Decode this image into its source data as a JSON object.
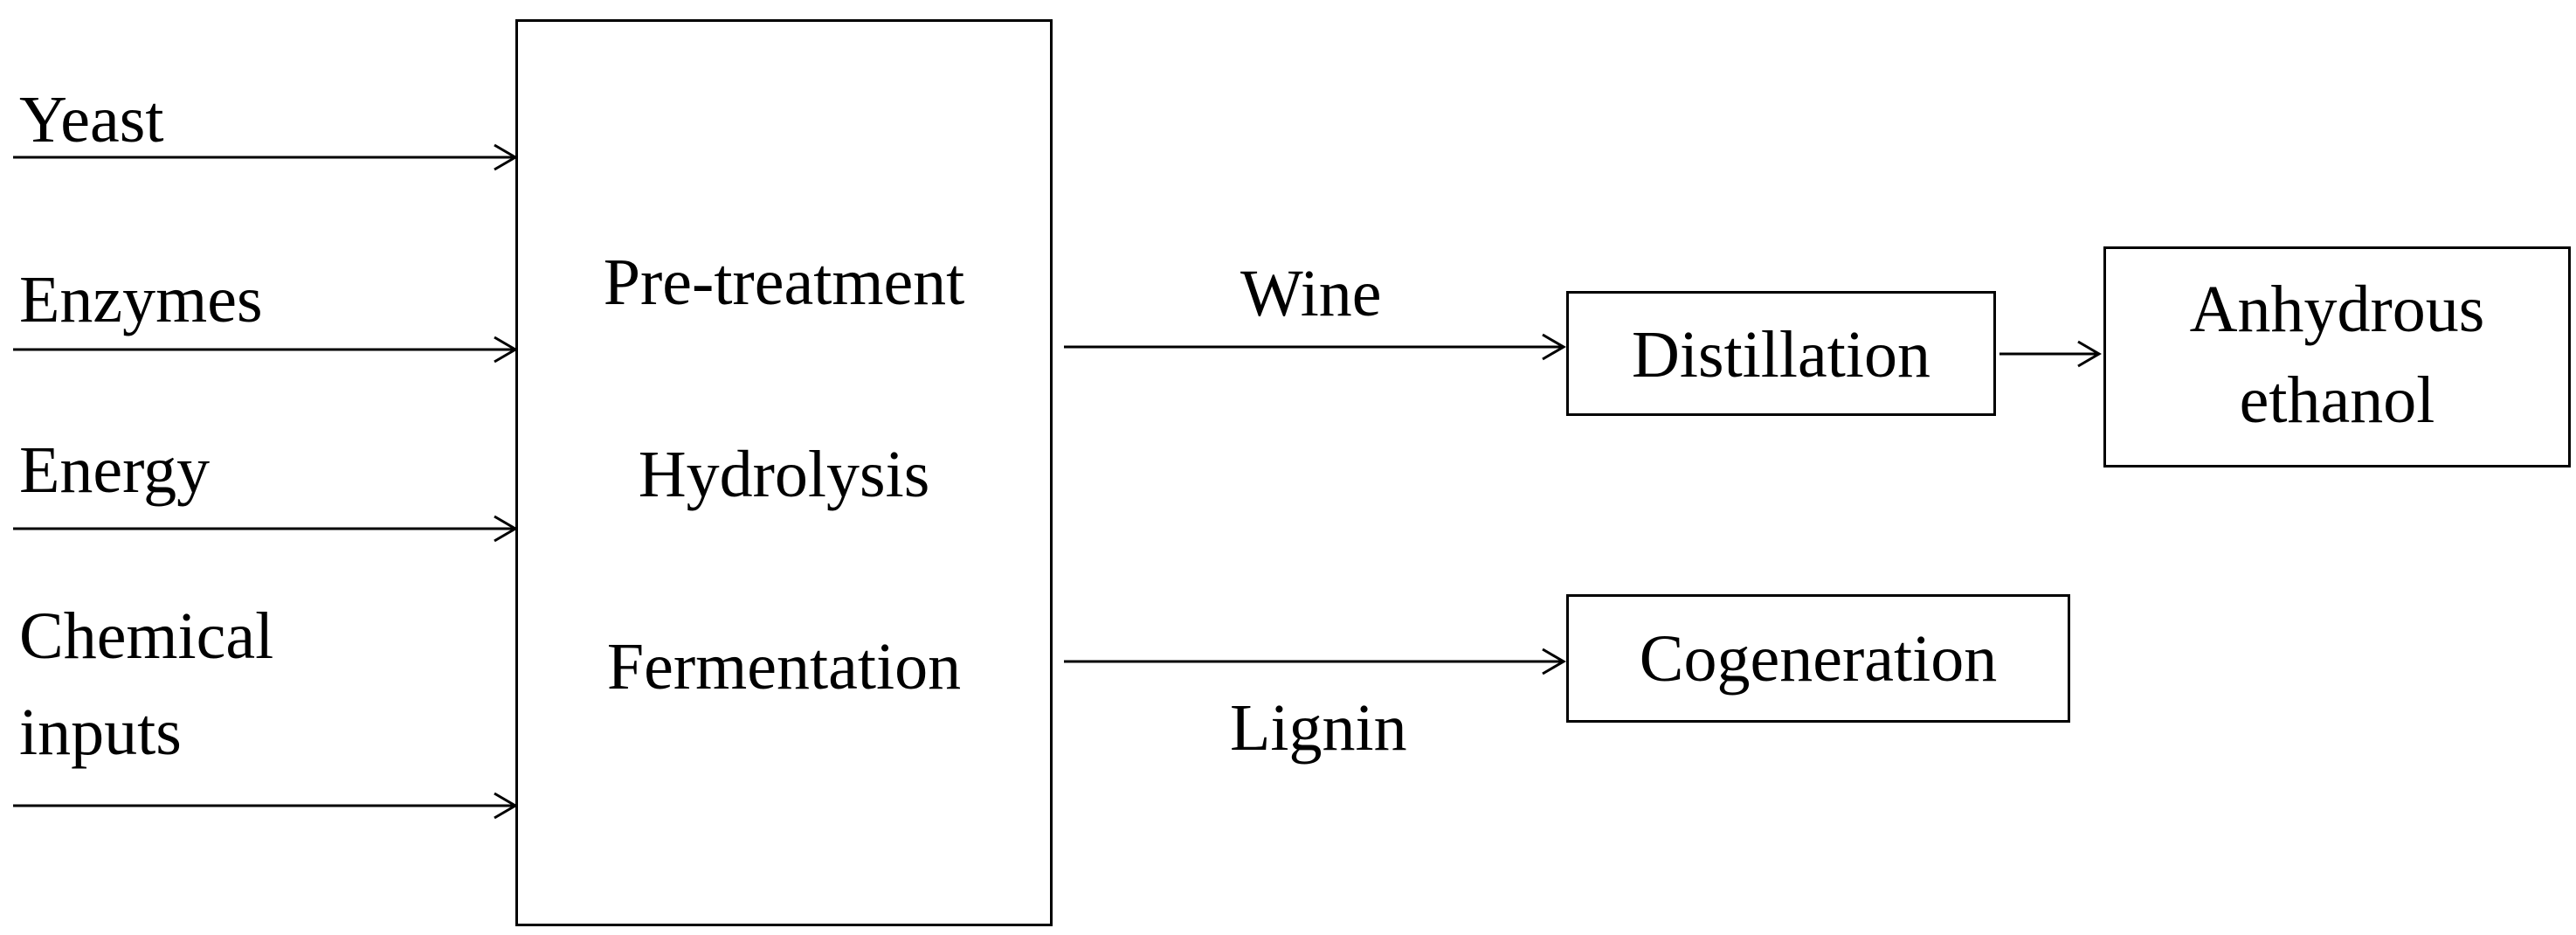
{
  "inputs": {
    "yeast": "Yeast",
    "enzymes": "Enzymes",
    "energy": "Energy",
    "chemical_line1": "Chemical",
    "chemical_line2": "inputs"
  },
  "process": {
    "step1": "Pre-treatment",
    "step2": "Hydrolysis",
    "step3": "Fermentation"
  },
  "flows": {
    "wine": "Wine",
    "lignin": "Lignin"
  },
  "units": {
    "distillation": "Distillation",
    "anhydrous_line1": "Anhydrous",
    "anhydrous_line2": "ethanol",
    "cogeneration": "Cogeneration"
  }
}
